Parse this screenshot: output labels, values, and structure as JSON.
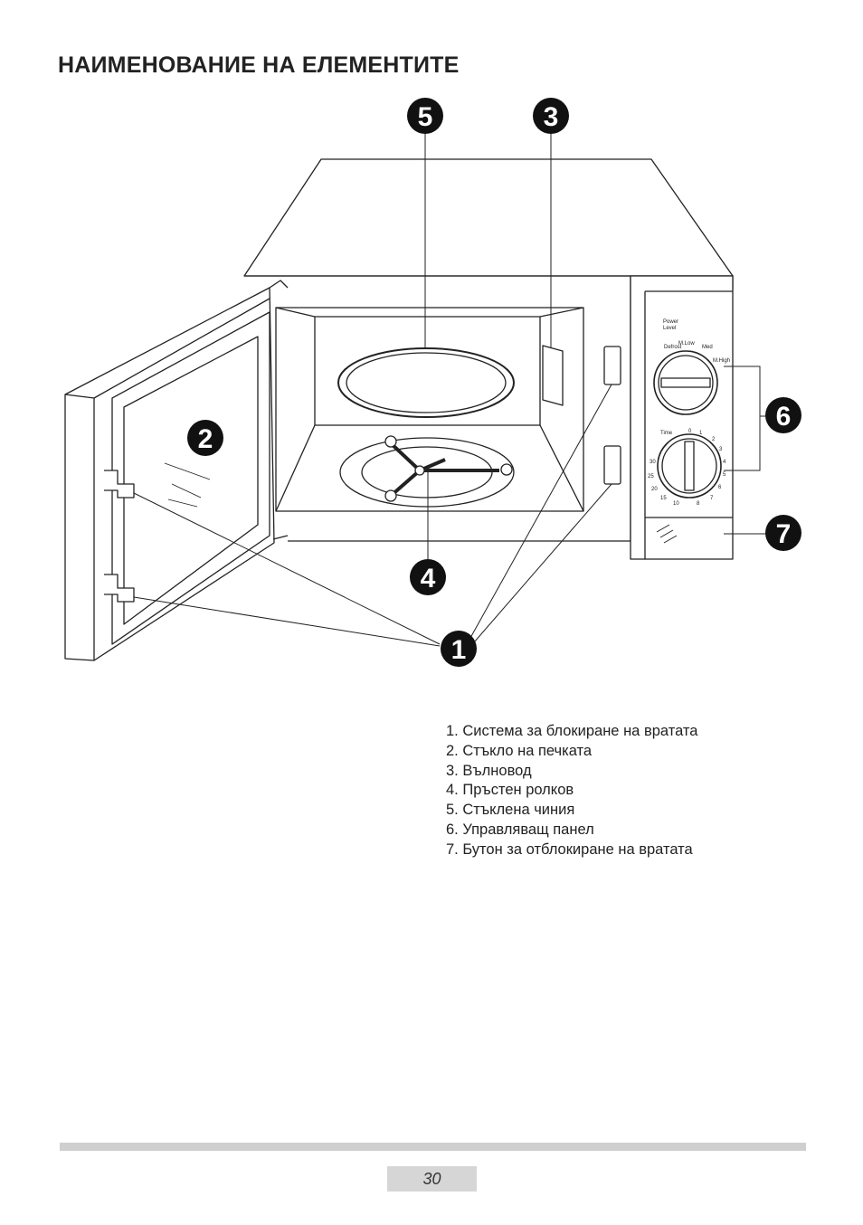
{
  "page": {
    "title": "НАИМЕНОВАНИЕ НА ЕЛЕМЕНТИТЕ",
    "page_number": "30"
  },
  "callouts": [
    "1",
    "2",
    "3",
    "4",
    "5",
    "6",
    "7"
  ],
  "control_panel": {
    "power_label_1": "Power",
    "power_label_2": "Level",
    "power_positions": [
      "Defrost",
      "M.Low",
      "Med",
      "M.High"
    ],
    "time_label": "Time",
    "time_marks": [
      "0",
      "1",
      "2",
      "3",
      "4",
      "5",
      "6",
      "7",
      "8",
      "10",
      "15",
      "20",
      "25",
      "30"
    ]
  },
  "legend": [
    "1. Система за блокиране на вратата",
    "2. Стъкло на печката",
    "3. Вълновод",
    "4. Пръстен ролков",
    "5. Стъклена чиния",
    "6. Управляващ панел",
    "7. Бутон за отблокиране на вратата"
  ]
}
